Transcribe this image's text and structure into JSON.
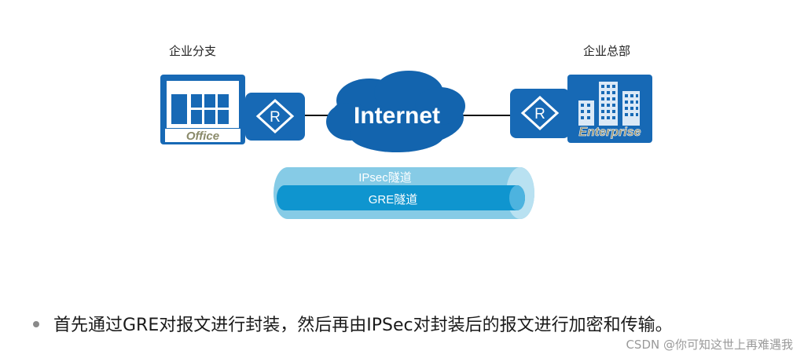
{
  "nodes": {
    "branch_label": "企业分支",
    "hq_label": "企业总部",
    "office_text": "Office",
    "enterprise_text": "Enterprise",
    "router_symbol": "R",
    "internet_text": "Internet"
  },
  "tunnels": {
    "outer_label": "IPsec隧道",
    "inner_label": "GRE隧道"
  },
  "caption": "首先通过GRE对报文进行封装，然后再由IPSec对封装后的报文进行加密和传输。",
  "watermark": "CSDN @你可知这世上再难遇我",
  "colors": {
    "blue": "#1769b5",
    "cloud": "#1364ae",
    "outer_tunnel": "#86cbe6",
    "inner_tunnel": "#0f95cf"
  }
}
